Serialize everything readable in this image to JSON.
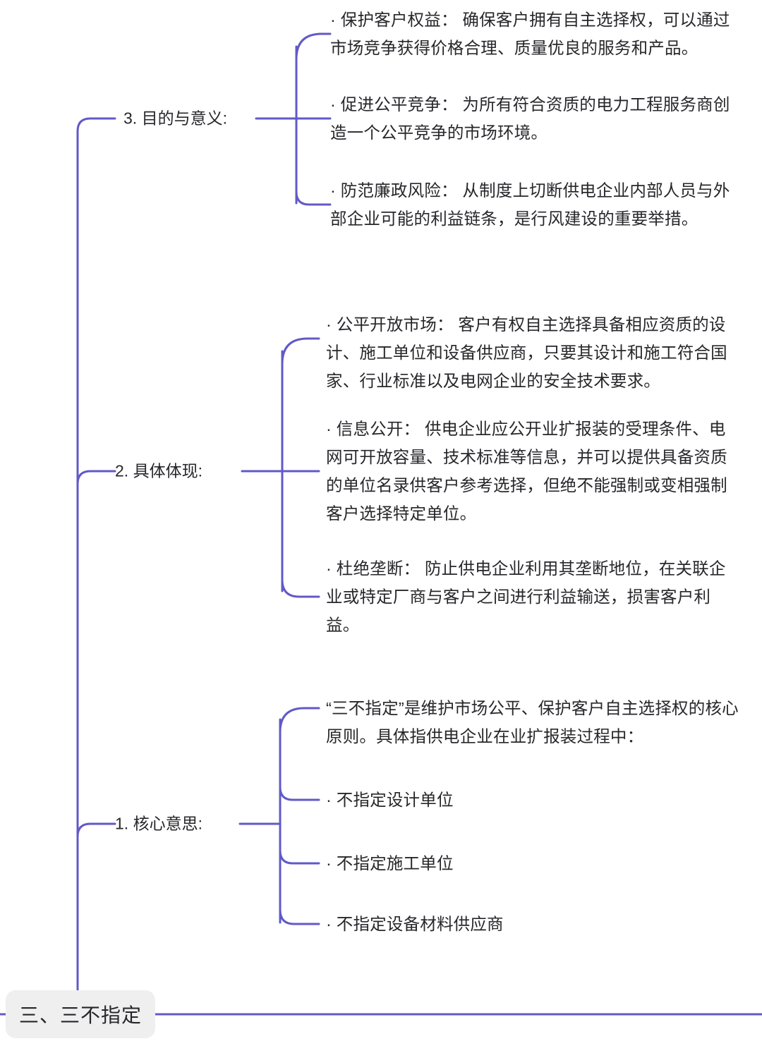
{
  "document": {
    "type": "mindmap",
    "orientation": "right",
    "root": {
      "label": "三、三不指定",
      "background": "#efeff0",
      "text_color": "#27272b"
    },
    "theme": {
      "line_color": "#6159c8",
      "line_width": 3,
      "background": "#ffffff",
      "text_color": "#27272b"
    }
  },
  "branches": [
    {
      "id": "branch-3",
      "label": "3. 目的与意义:",
      "leaves": [
        {
          "id": "leaf-3-1",
          "bullet": "·",
          "text": "· 保护客户权益： 确保客户拥有自主选择权，可以通过市场竞争获得价格合理、质量优良的服务和产品。"
        },
        {
          "id": "leaf-3-2",
          "bullet": "·",
          "text": "· 促进公平竞争： 为所有符合资质的电力工程服务商创造一个公平竞争的市场环境。"
        },
        {
          "id": "leaf-3-3",
          "bullet": "·",
          "text": "· 防范廉政风险： 从制度上切断供电企业内部人员与外部企业可能的利益链条，是行风建设的重要举措。"
        }
      ]
    },
    {
      "id": "branch-2",
      "label": "2. 具体体现:",
      "leaves": [
        {
          "id": "leaf-2-1",
          "bullet": "·",
          "text": "· 公平开放市场： 客户有权自主选择具备相应资质的设计、施工单位和设备供应商，只要其设计和施工符合国家、行业标准以及电网企业的安全技术要求。"
        },
        {
          "id": "leaf-2-2",
          "bullet": "·",
          "text": "· 信息公开： 供电企业应公开业扩报装的受理条件、电网可开放容量、技术标准等信息，并可以提供具备资质的单位名录供客户参考选择，但绝不能强制或变相强制客户选择特定单位。"
        },
        {
          "id": "leaf-2-3",
          "bullet": "·",
          "text": "· 杜绝垄断： 防止供电企业利用其垄断地位，在关联企业或特定厂商与客户之间进行利益输送，损害客户利益。"
        }
      ]
    },
    {
      "id": "branch-1",
      "label": "1. 核心意思:",
      "leaves": [
        {
          "id": "leaf-1-1",
          "bullet": "",
          "text": "“三不指定”是维护市场公平、保护客户自主选择权的核心原则。具体指供电企业在业扩报装过程中："
        },
        {
          "id": "leaf-1-2",
          "bullet": "·",
          "text": "· 不指定设计单位"
        },
        {
          "id": "leaf-1-3",
          "bullet": "·",
          "text": "· 不指定施工单位"
        },
        {
          "id": "leaf-1-4",
          "bullet": "·",
          "text": "· 不指定设备材料供应商"
        }
      ]
    }
  ]
}
